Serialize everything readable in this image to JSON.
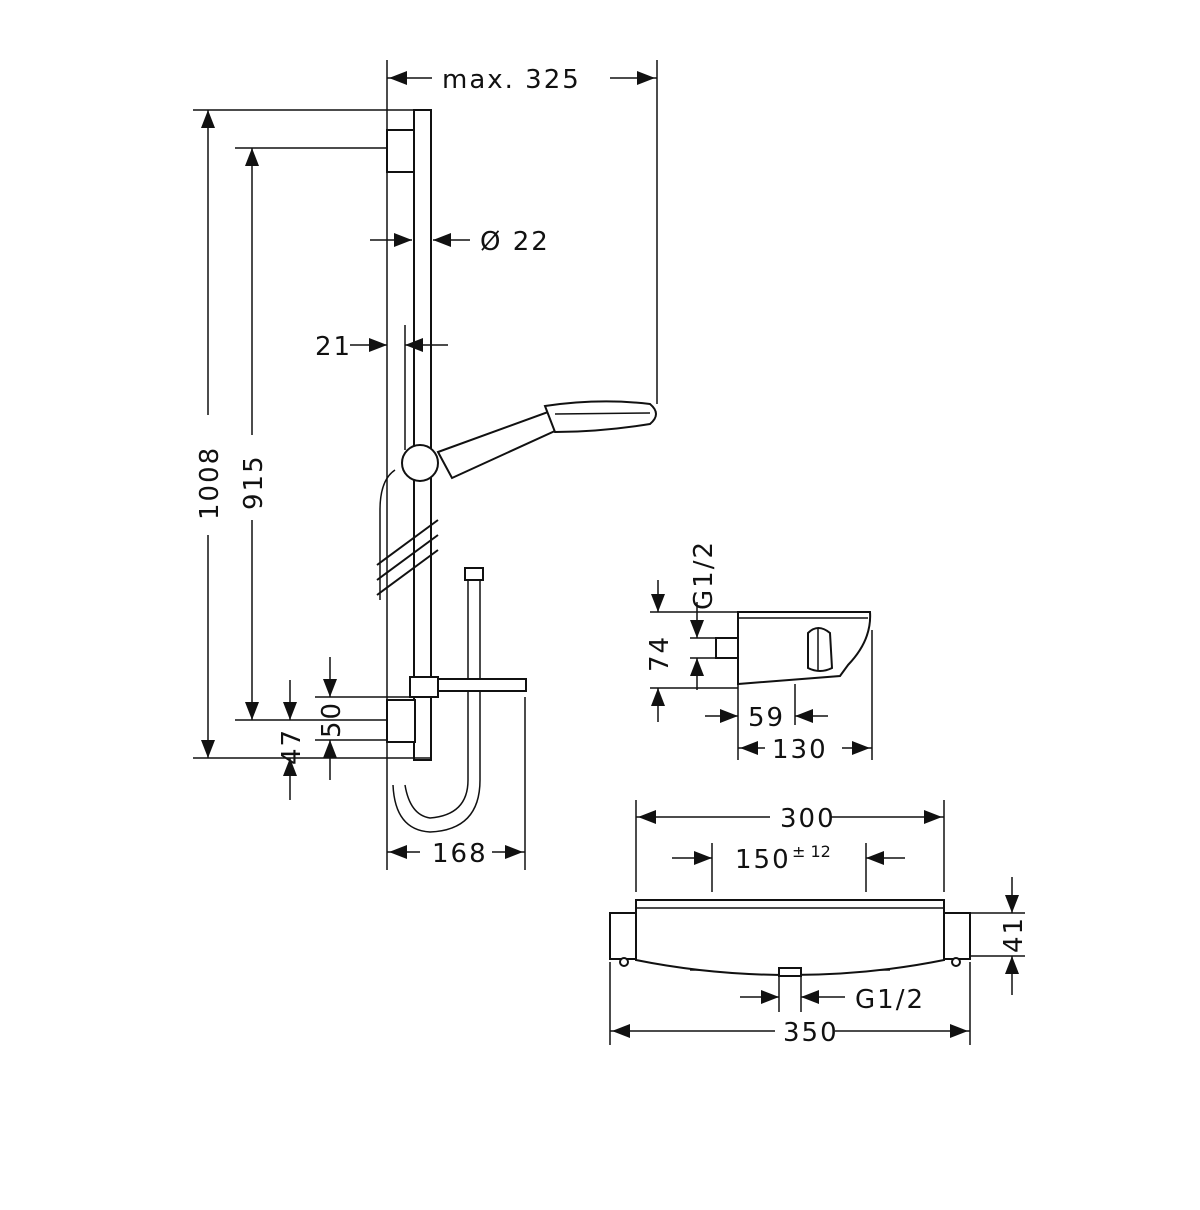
{
  "dimensions": {
    "max_reach": "max. 325",
    "rail_diameter": "Ø 22",
    "rail_offset": "21",
    "total_height": "1008",
    "rail_height": "915",
    "lower_height": "47",
    "holder_height": "50",
    "depth": "168",
    "thermo_inlet_side": "G1/2",
    "thermo_side_height": "74",
    "thermo_side_inner": "59",
    "thermo_side_depth": "130",
    "thermo_width": "300",
    "thermo_spacing": "150",
    "thermo_spacing_tol": "± 12",
    "thermo_height": "41",
    "thermo_outlet": "G1/2",
    "thermo_total_width": "350"
  }
}
